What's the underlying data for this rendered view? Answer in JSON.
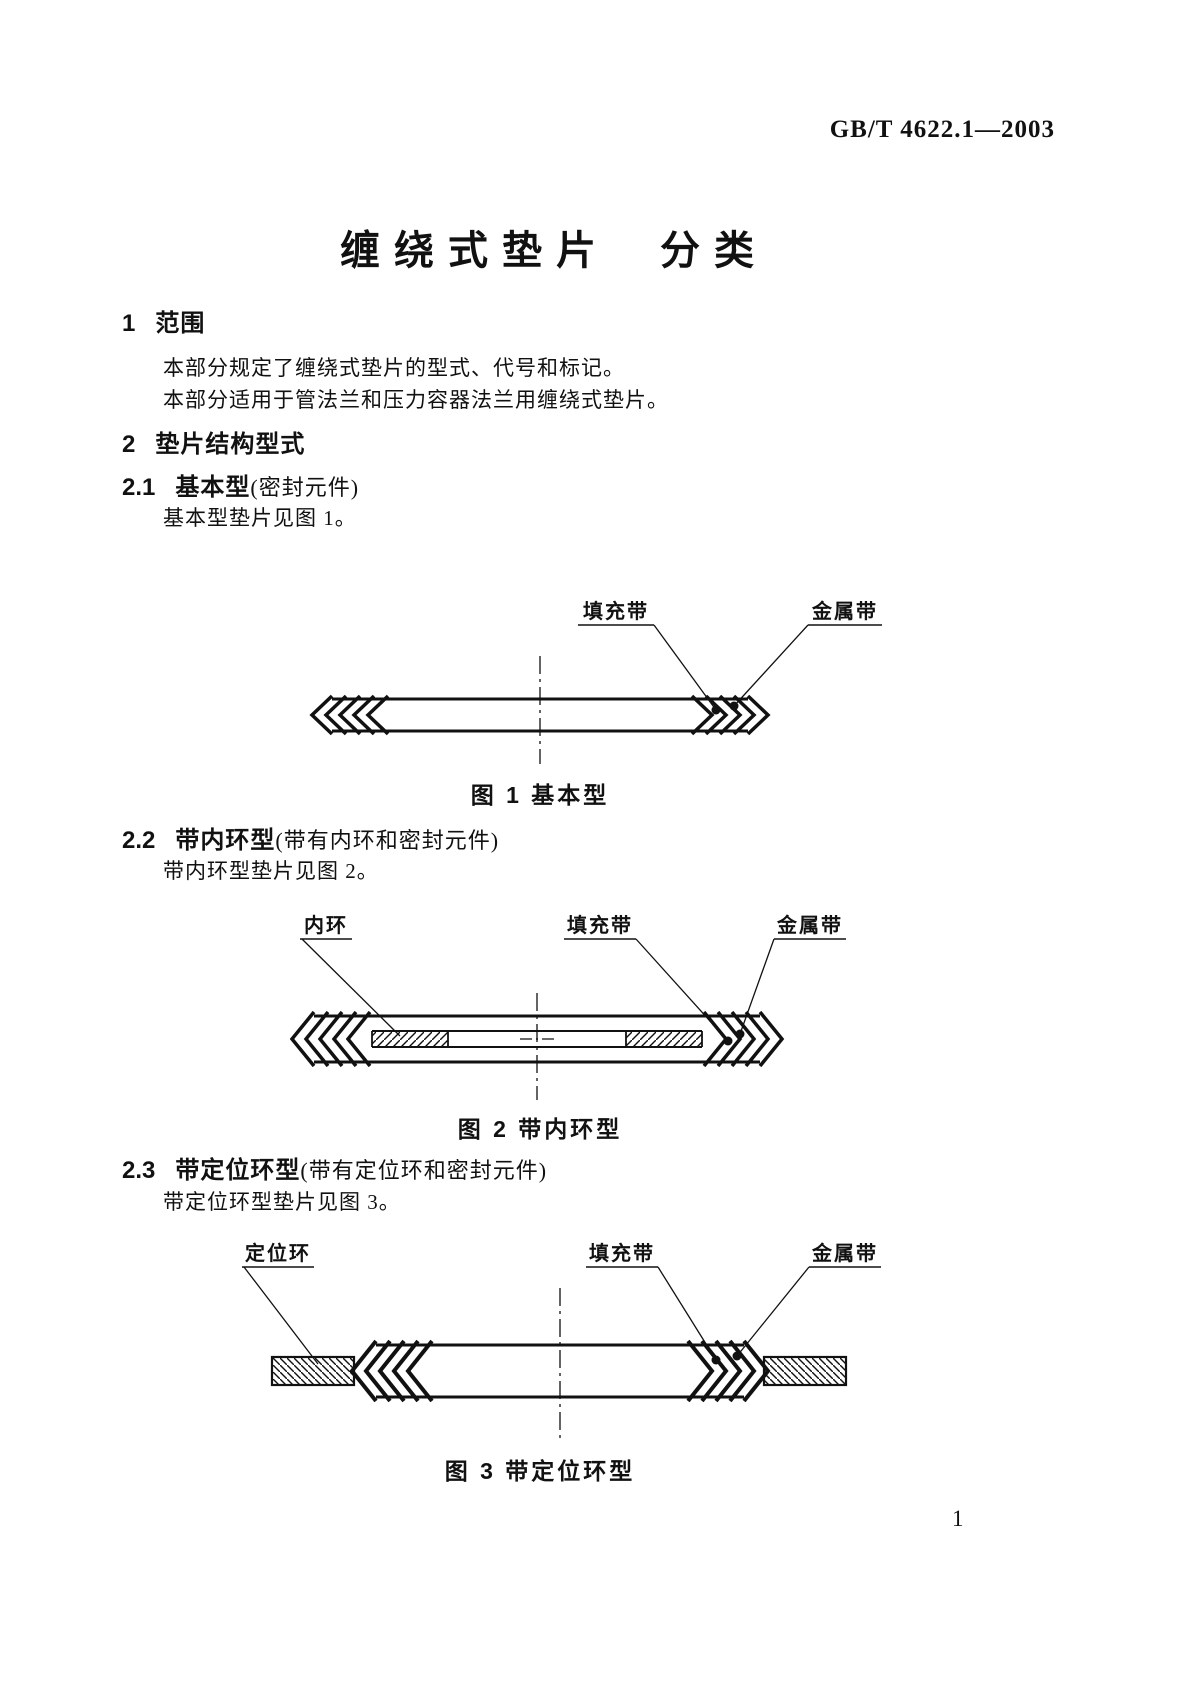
{
  "document": {
    "standard_code": "GB/T 4622.1—2003",
    "title_part1": "缠绕式垫片",
    "title_part2": "分类",
    "page_number": "1"
  },
  "sections": {
    "s1": {
      "number": "1",
      "heading": "范围",
      "paragraphs": [
        "本部分规定了缠绕式垫片的型式、代号和标记。",
        "本部分适用于管法兰和压力容器法兰用缠绕式垫片。"
      ]
    },
    "s2": {
      "number": "2",
      "heading": "垫片结构型式"
    },
    "s2_1": {
      "number": "2.1",
      "heading": "基本型",
      "note": "(密封元件)",
      "body": "基本型垫片见图 1。"
    },
    "s2_2": {
      "number": "2.2",
      "heading": "带内环型",
      "note": "(带有内环和密封元件)",
      "body": "带内环型垫片见图 2。"
    },
    "s2_3": {
      "number": "2.3",
      "heading": "带定位环型",
      "note": "(带有定位环和密封元件)",
      "body": "带定位环型垫片见图 3。"
    }
  },
  "figures": {
    "fig1": {
      "caption": "图 1  基本型",
      "labels": {
        "filler": "填充带",
        "metal": "金属带"
      }
    },
    "fig2": {
      "caption": "图 2  带内环型",
      "labels": {
        "inner_ring": "内环",
        "filler": "填充带",
        "metal": "金属带"
      }
    },
    "fig3": {
      "caption": "图 3  带定位环型",
      "labels": {
        "positioning_ring": "定位环",
        "filler": "填充带",
        "metal": "金属带"
      }
    }
  },
  "colors": {
    "ink": "#111111",
    "paper": "#ffffff"
  }
}
